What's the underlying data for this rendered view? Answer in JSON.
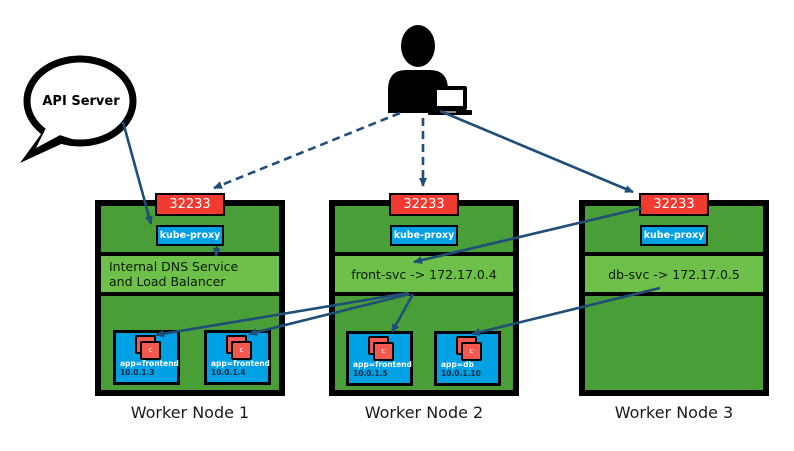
{
  "diagram_title": "Kubernetes NodePort / kube-proxy service routing diagram",
  "api_server": {
    "label": "API Server",
    "icon": "speech-bubble-icon"
  },
  "user": {
    "icon": "user-icon",
    "device_icon": "laptop-icon"
  },
  "colors": {
    "node_green": "#4a9e37",
    "service_bar_green": "#6dc04a",
    "port_red": "#f13a30",
    "proxy_blue": "#00a1e4",
    "pod_blue": "#00a1e4",
    "container_red": "#f4584e",
    "arrow_navy": "#1f4e79",
    "border_black": "#000000"
  },
  "nodes": [
    {
      "name": "Worker Node 1",
      "port": "32233",
      "proxy": "kube-proxy",
      "service_line1": "Internal DNS Service",
      "service_line2": "and Load Balancer",
      "pods": [
        {
          "label": "app=frontend",
          "ip": "10.0.1.3",
          "icon": "container-icon",
          "container_letter": "c"
        },
        {
          "label": "app=frontend",
          "ip": "10.0.1.4",
          "icon": "container-icon",
          "container_letter": "c"
        }
      ]
    },
    {
      "name": "Worker Node 2",
      "port": "32233",
      "proxy": "kube-proxy",
      "service_line1": "front-svc -> 172.17.0.4",
      "service_line2": "",
      "pods": [
        {
          "label": "app=frontend",
          "ip": "10.0.1.5",
          "icon": "container-icon",
          "container_letter": "c"
        },
        {
          "label": "app=db",
          "ip": "10.0.1.10",
          "icon": "container-icon",
          "container_letter": "c"
        }
      ]
    },
    {
      "name": "Worker Node 3",
      "port": "32233",
      "proxy": "kube-proxy",
      "service_line1": "db-svc -> 172.17.0.5",
      "service_line2": "",
      "pods": []
    }
  ]
}
